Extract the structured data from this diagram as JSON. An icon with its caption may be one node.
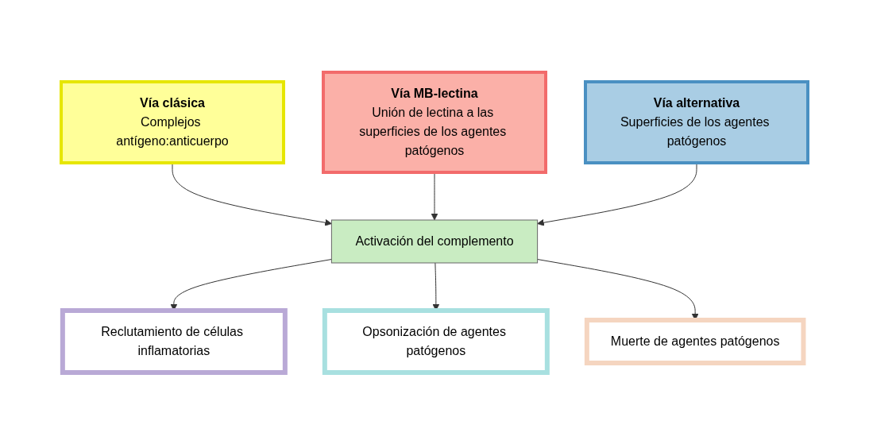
{
  "diagram": {
    "nodes": [
      {
        "text": [
          "Vía clásica",
          "Complejos antígeno:anticuerpo"
        ]
      },
      {
        "text": [
          "Vía MB-lectina",
          "Unión de lectina a las superficies de los agentes patógenos"
        ]
      },
      {
        "text": [
          "Vía alternativa",
          "Superficies de los agentes patógenos"
        ]
      },
      {
        "text": [
          "Activación del complemento"
        ]
      },
      {
        "text": [
          "Reclutamiento de células inflamatorias"
        ]
      },
      {
        "text": [
          "Opsonización de agentes patógenos"
        ]
      },
      {
        "text": [
          "Muerte de agentes patógenos"
        ]
      }
    ],
    "edges": [
      {
        "from": 0,
        "to": 3,
        "arrow": "to"
      },
      {
        "from": 1,
        "to": 3,
        "arrow": "to"
      },
      {
        "from": 2,
        "to": 3,
        "arrow": "to"
      },
      {
        "from": 3,
        "to": 4,
        "arrow": "to"
      },
      {
        "from": 3,
        "to": 5,
        "arrow": "to"
      },
      {
        "from": 3,
        "to": 6,
        "arrow": "to"
      }
    ]
  }
}
